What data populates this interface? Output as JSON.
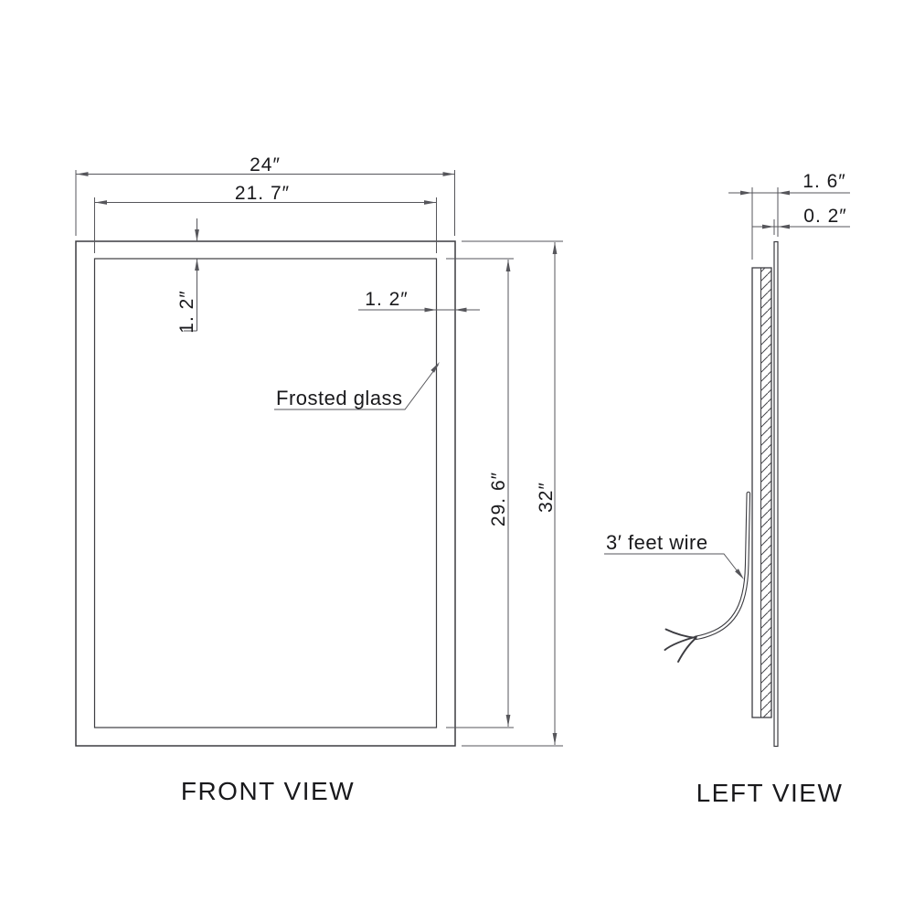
{
  "front_view": {
    "title": "FRONT VIEW",
    "dims": {
      "outer_width": "24″",
      "glass_width": "21. 7″",
      "top_border": "1. 2″",
      "right_border": "1. 2″",
      "glass_height": "29. 6″",
      "outer_height": "32″"
    },
    "annotations": {
      "frosted_glass": "Frosted glass"
    }
  },
  "left_view": {
    "title": "LEFT VIEW",
    "dims": {
      "total_depth": "1. 6″",
      "glass_thickness": "0. 2″"
    },
    "annotations": {
      "feet_wire": "3′ feet wire"
    }
  },
  "colors": {
    "object_line": "#3c3c41",
    "dim_line": "#56565b",
    "text": "#19191c",
    "background": "#ffffff"
  }
}
